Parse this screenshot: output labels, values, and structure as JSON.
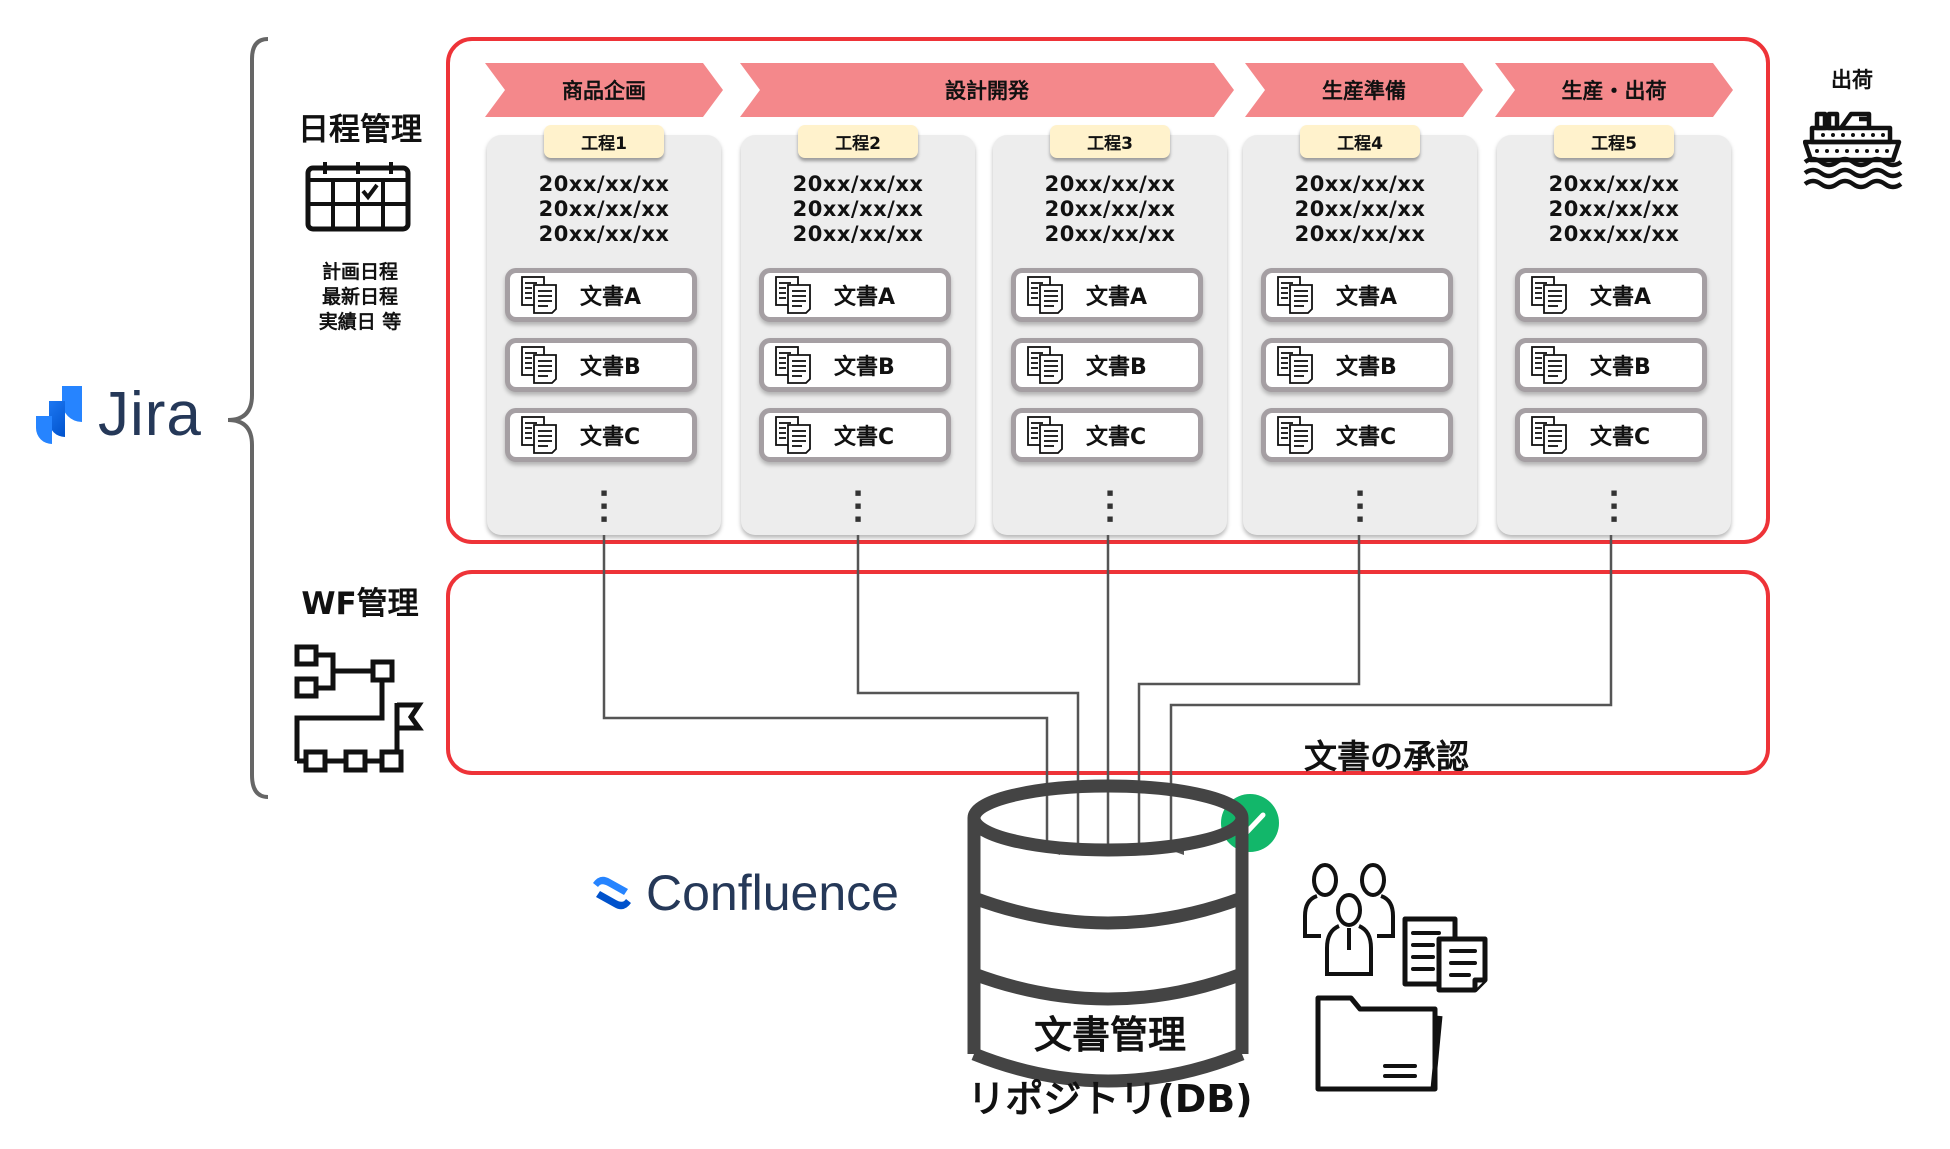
{
  "jira": {
    "label": "Jira"
  },
  "confluence": {
    "label": "Confluence"
  },
  "schedule": {
    "title": "日程管理",
    "notes": [
      "計画日程",
      "最新日程",
      "実績日 等"
    ]
  },
  "workflow": {
    "title": "WF管理"
  },
  "phases": [
    {
      "label": "商品企画"
    },
    {
      "label": "設計開発"
    },
    {
      "label": "生産準備"
    },
    {
      "label": "生産・出荷"
    }
  ],
  "steps": [
    {
      "label": "工程1",
      "dates": [
        "20xx/xx/xx",
        "20xx/xx/xx",
        "20xx/xx/xx"
      ],
      "docs": [
        "文書A",
        "文書B",
        "文書C"
      ],
      "more": "⋮"
    },
    {
      "label": "工程2",
      "dates": [
        "20xx/xx/xx",
        "20xx/xx/xx",
        "20xx/xx/xx"
      ],
      "docs": [
        "文書A",
        "文書B",
        "文書C"
      ],
      "more": "⋮"
    },
    {
      "label": "工程3",
      "dates": [
        "20xx/xx/xx",
        "20xx/xx/xx",
        "20xx/xx/xx"
      ],
      "docs": [
        "文書A",
        "文書B",
        "文書C"
      ],
      "more": "⋮"
    },
    {
      "label": "工程4",
      "dates": [
        "20xx/xx/xx",
        "20xx/xx/xx",
        "20xx/xx/xx"
      ],
      "docs": [
        "文書A",
        "文書B",
        "文書C"
      ],
      "more": "⋮"
    },
    {
      "label": "工程5",
      "dates": [
        "20xx/xx/xx",
        "20xx/xx/xx",
        "20xx/xx/xx"
      ],
      "docs": [
        "文書A",
        "文書B",
        "文書C"
      ],
      "more": "⋮"
    }
  ],
  "shipping": {
    "label": "出荷",
    "icon": "ship-icon"
  },
  "approval": {
    "label": "文書の承認",
    "icon": "check-circle-icon",
    "people_icon": "group-icon"
  },
  "repository": {
    "title": "文書管理",
    "subtitle": "リポジトリ(DB)",
    "icon": "database-icon",
    "files_icon": "folder-documents-icon"
  },
  "colors": {
    "frame": "#EE3338",
    "phase": "#F4888B",
    "step_tag": "#FFF2CC",
    "step_col": "#EDEDED",
    "approve": "#12B76A",
    "brand_text": "#253858",
    "brand_blue": "#2684FF"
  }
}
